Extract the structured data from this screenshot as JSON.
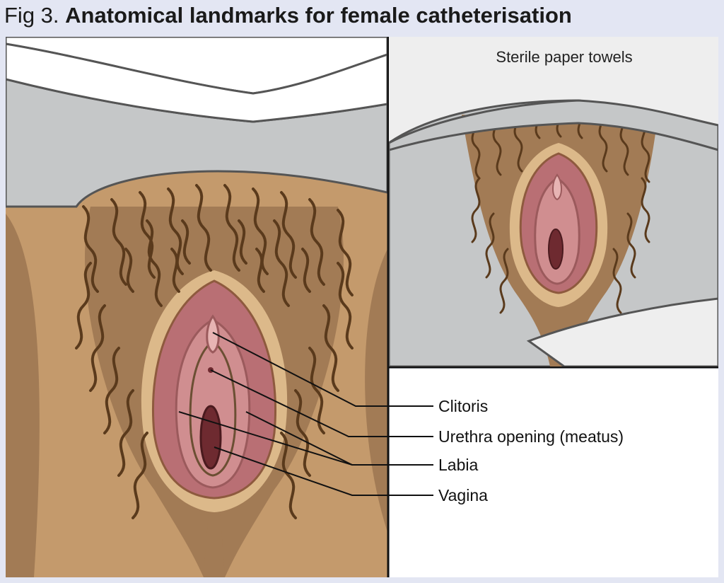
{
  "figure": {
    "number": "Fig 3.",
    "title": "Anatomical landmarks for female catheterisation",
    "inset_caption": "Sterile paper towels",
    "labels": [
      {
        "id": "clitoris",
        "text": "Clitoris"
      },
      {
        "id": "urethra",
        "text": "Urethra opening (meatus)"
      },
      {
        "id": "labia",
        "text": "Labia"
      },
      {
        "id": "vagina",
        "text": "Vagina"
      }
    ]
  },
  "colors": {
    "background": "#e3e6f3",
    "skin": "#c49a6c",
    "skin_shadow": "#a27b55",
    "skin_light": "#dcb98a",
    "labia_outer": "#b96f74",
    "labia_inner": "#d08e90",
    "vagina": "#6e2a30",
    "hair": "#5a3a1c",
    "towel": "#c5c7c8",
    "towel_light": "#eeeeee",
    "sheet": "#ffffff"
  }
}
